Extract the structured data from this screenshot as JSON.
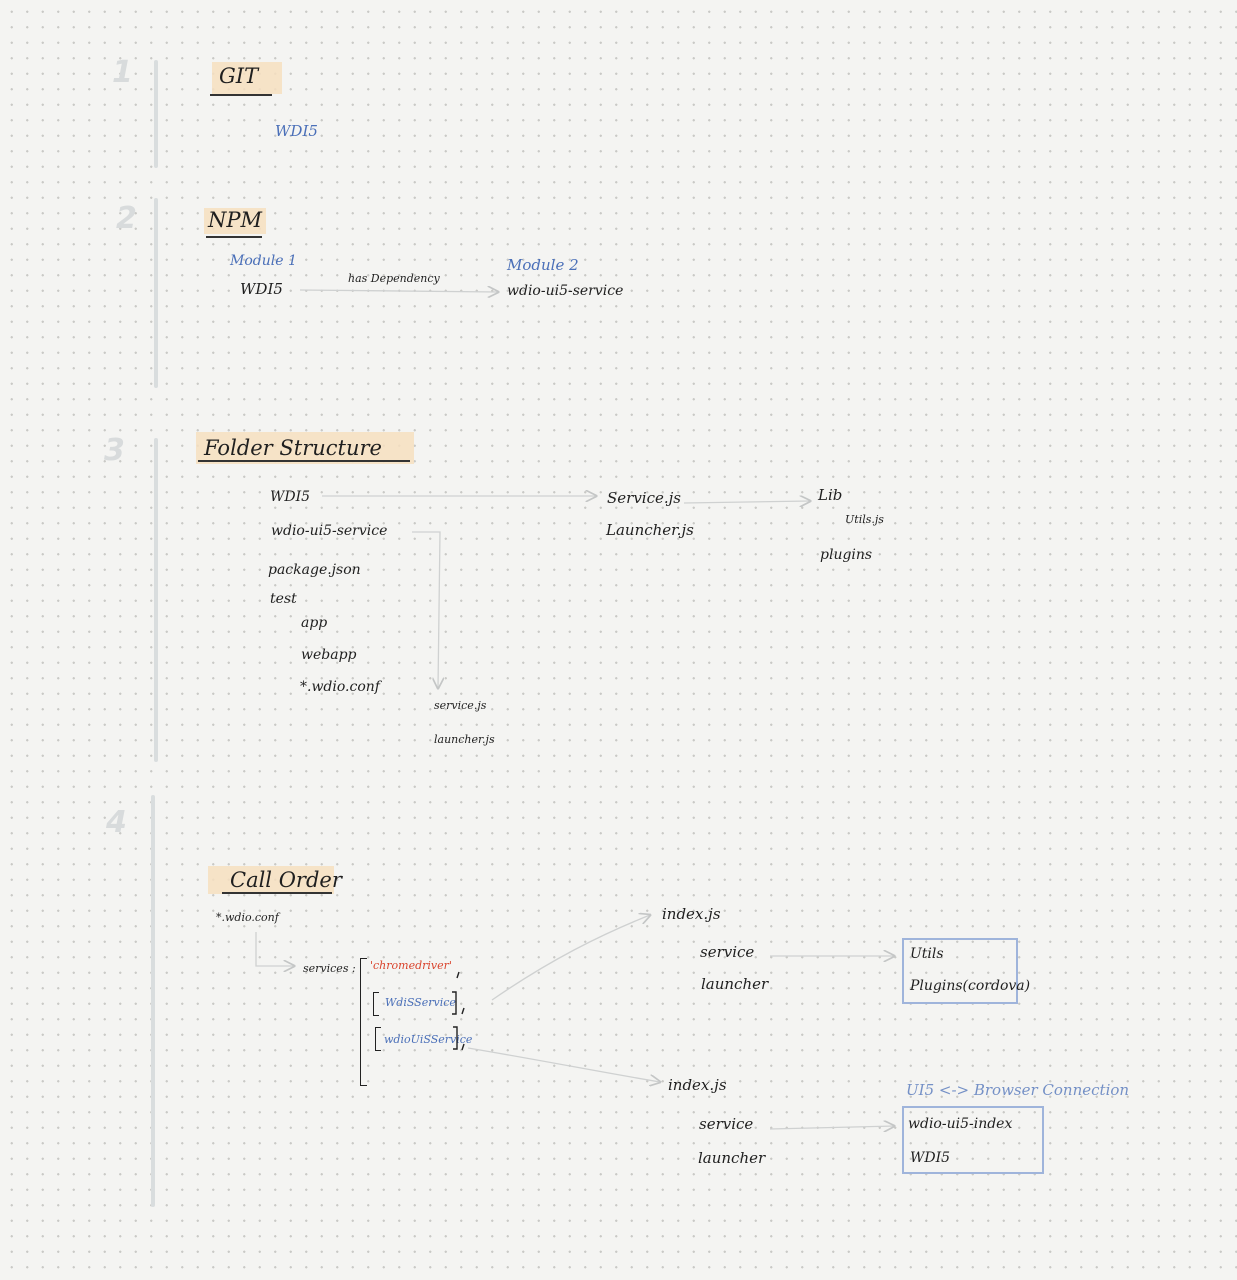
{
  "sections": [
    {
      "number": "1",
      "title": "GIT"
    },
    {
      "number": "2",
      "title": "NPM"
    },
    {
      "number": "3",
      "title": "Folder Structure"
    },
    {
      "number": "4",
      "title": "Call Order"
    }
  ],
  "git": {
    "repo": "WDI5"
  },
  "npm": {
    "module1_label": "Module 1",
    "module1_name": "WDI5",
    "relation": "has Dependency",
    "module2_label": "Module 2",
    "module2_name": "wdio-ui5-service"
  },
  "folders": {
    "root_items": [
      "WDI5",
      "wdio-ui5-service",
      "package.json",
      "test",
      "app",
      "webapp",
      "*.wdio.conf"
    ],
    "service_files": [
      "service.js",
      "launcher.js"
    ],
    "wdi5_files": [
      "Service.js",
      "Launcher.js"
    ],
    "lib": "Lib",
    "utils": "Utils.js",
    "plugins": "plugins"
  },
  "call_order": {
    "config": "*.wdio.conf",
    "services_label": "services :",
    "service_items": [
      "'chromedriver'",
      "WdiSService",
      "wdioUiSService"
    ],
    "index1": {
      "file": "index.js",
      "service": "service",
      "launcher": "launcher"
    },
    "box1": [
      "Utils",
      "Plugins(cordova)"
    ],
    "index2": {
      "file": "index.js",
      "service": "service",
      "launcher": "launcher"
    },
    "box2_title": "UI5 <-> Browser Connection",
    "box2": [
      "wdio-ui5-index",
      "WDI5"
    ]
  }
}
